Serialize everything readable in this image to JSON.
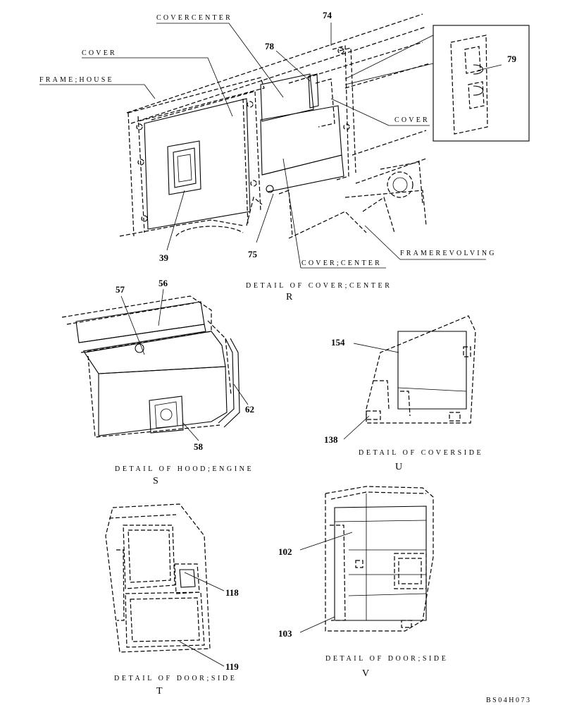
{
  "detail_r": {
    "labels": {
      "cover_center": "COVERCENTER",
      "cover_left": "COVER",
      "frame_house": "FRAME;HOUSE",
      "cover_right": "COVER",
      "frame_revolving": "FRAMEREVOLVING",
      "cover_center_bottom": "COVER;CENTER"
    },
    "parts": {
      "p74": "74",
      "p78": "78",
      "p79": "79",
      "p39": "39",
      "p75": "75"
    },
    "caption": "DETAIL OF COVER;CENTER",
    "letter": "R"
  },
  "detail_s": {
    "parts": {
      "p57": "57",
      "p56": "56",
      "p62": "62",
      "p58": "58"
    },
    "caption": "DETAIL OF HOOD;ENGINE",
    "letter": "S"
  },
  "detail_u": {
    "parts": {
      "p154": "154",
      "p138": "138"
    },
    "caption": "DETAIL OF COVERSIDE",
    "letter": "U"
  },
  "detail_t": {
    "parts": {
      "p118": "118",
      "p119": "119"
    },
    "caption": "DETAIL OF DOOR;SIDE",
    "letter": "T"
  },
  "detail_v": {
    "parts": {
      "p102": "102",
      "p103": "103"
    },
    "caption": "DETAIL OF DOOR;SIDE",
    "letter": "V"
  },
  "drawing_code": "BS04H073"
}
